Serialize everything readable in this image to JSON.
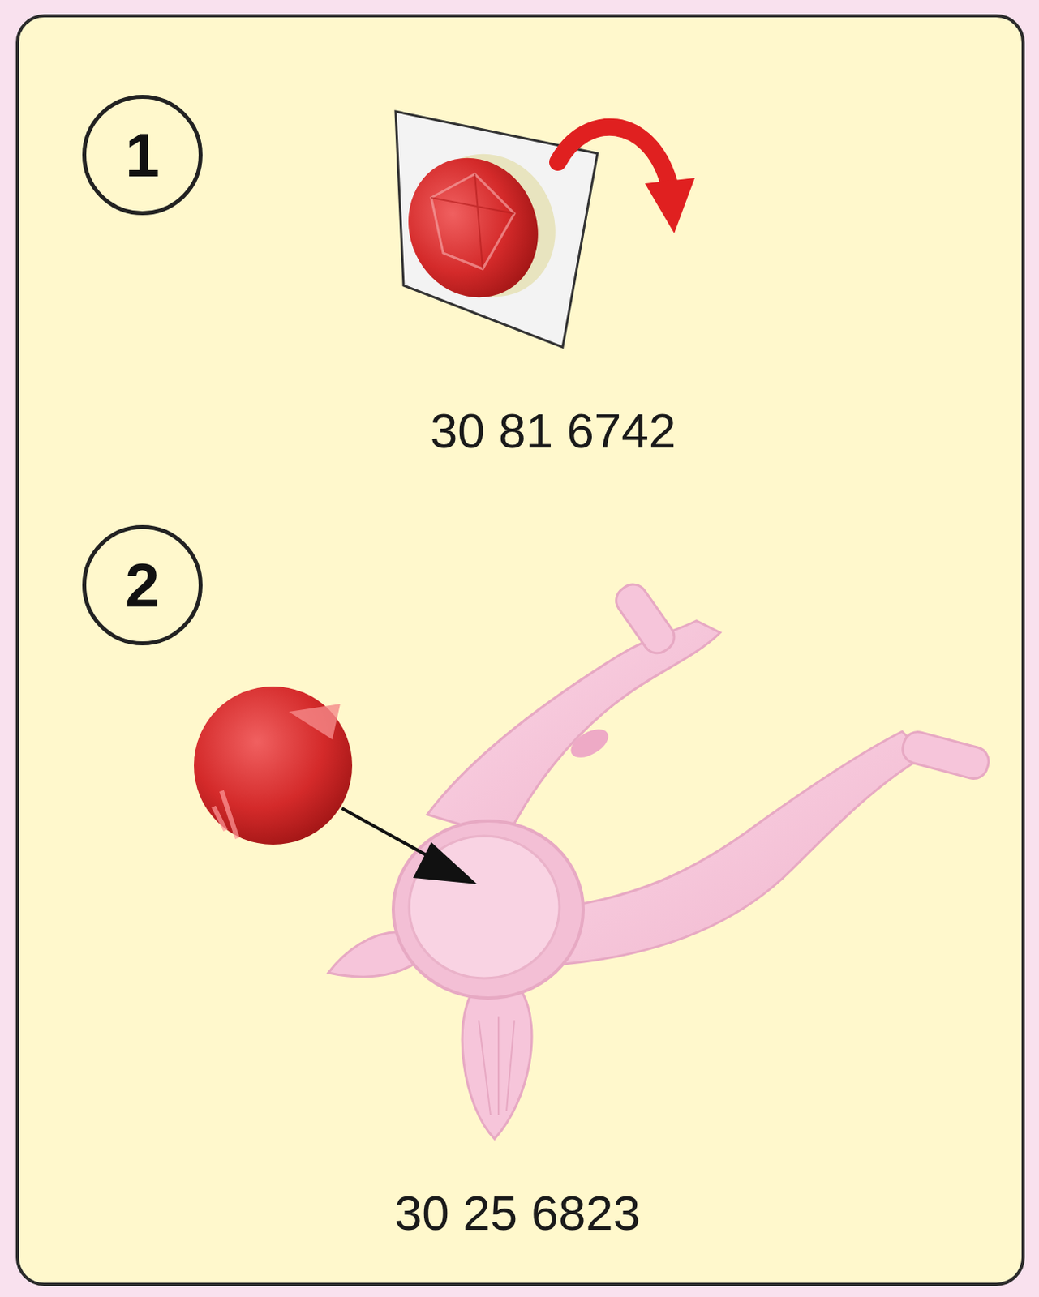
{
  "diagram": {
    "nodes": [
      {
        "text": [
          "1"
        ]
      },
      {
        "text": [
          "2"
        ]
      }
    ],
    "labels": [
      "30 81 6742",
      "30 25 6823"
    ]
  }
}
